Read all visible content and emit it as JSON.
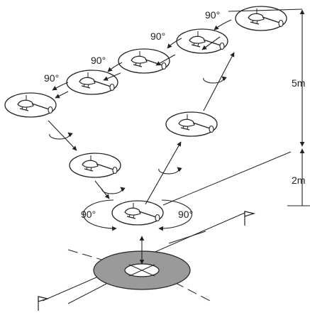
{
  "labels": {
    "angle_90": "90°",
    "height_upper": "5m",
    "height_lower": "2m"
  },
  "colors": {
    "line": "#222222",
    "pad": "#9a9a9a",
    "background": "#ffffff"
  },
  "icons": [
    "helicopter-icon",
    "rotation-arrow-icon",
    "flag-icon",
    "landing-pad-icon"
  ]
}
